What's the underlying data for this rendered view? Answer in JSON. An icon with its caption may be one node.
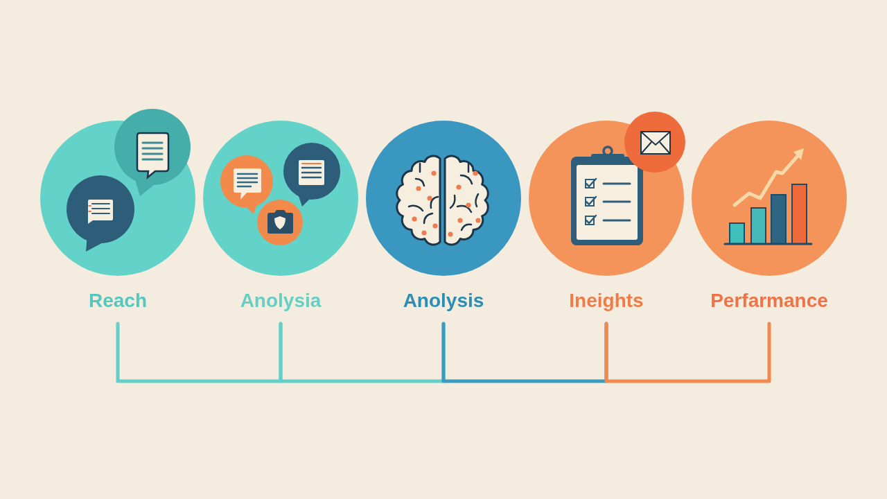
{
  "diagram": {
    "nodes": [
      {
        "text": [
          "Reach"
        ]
      },
      {
        "text": [
          "Anolysia"
        ]
      },
      {
        "text": [
          "Anolysis"
        ]
      },
      {
        "text": [
          "Ineights"
        ]
      },
      {
        "text": [
          "Perfarmance"
        ]
      }
    ],
    "edges": [
      {
        "from": 0,
        "to": 1,
        "arrow": "none"
      },
      {
        "from": 1,
        "to": 2,
        "arrow": "none"
      },
      {
        "from": 2,
        "to": 3,
        "arrow": "none",
        "color": "#3a9cc0"
      },
      {
        "from": 3,
        "to": 4,
        "arrow": "none",
        "color": "#f3884f"
      }
    ]
  }
}
